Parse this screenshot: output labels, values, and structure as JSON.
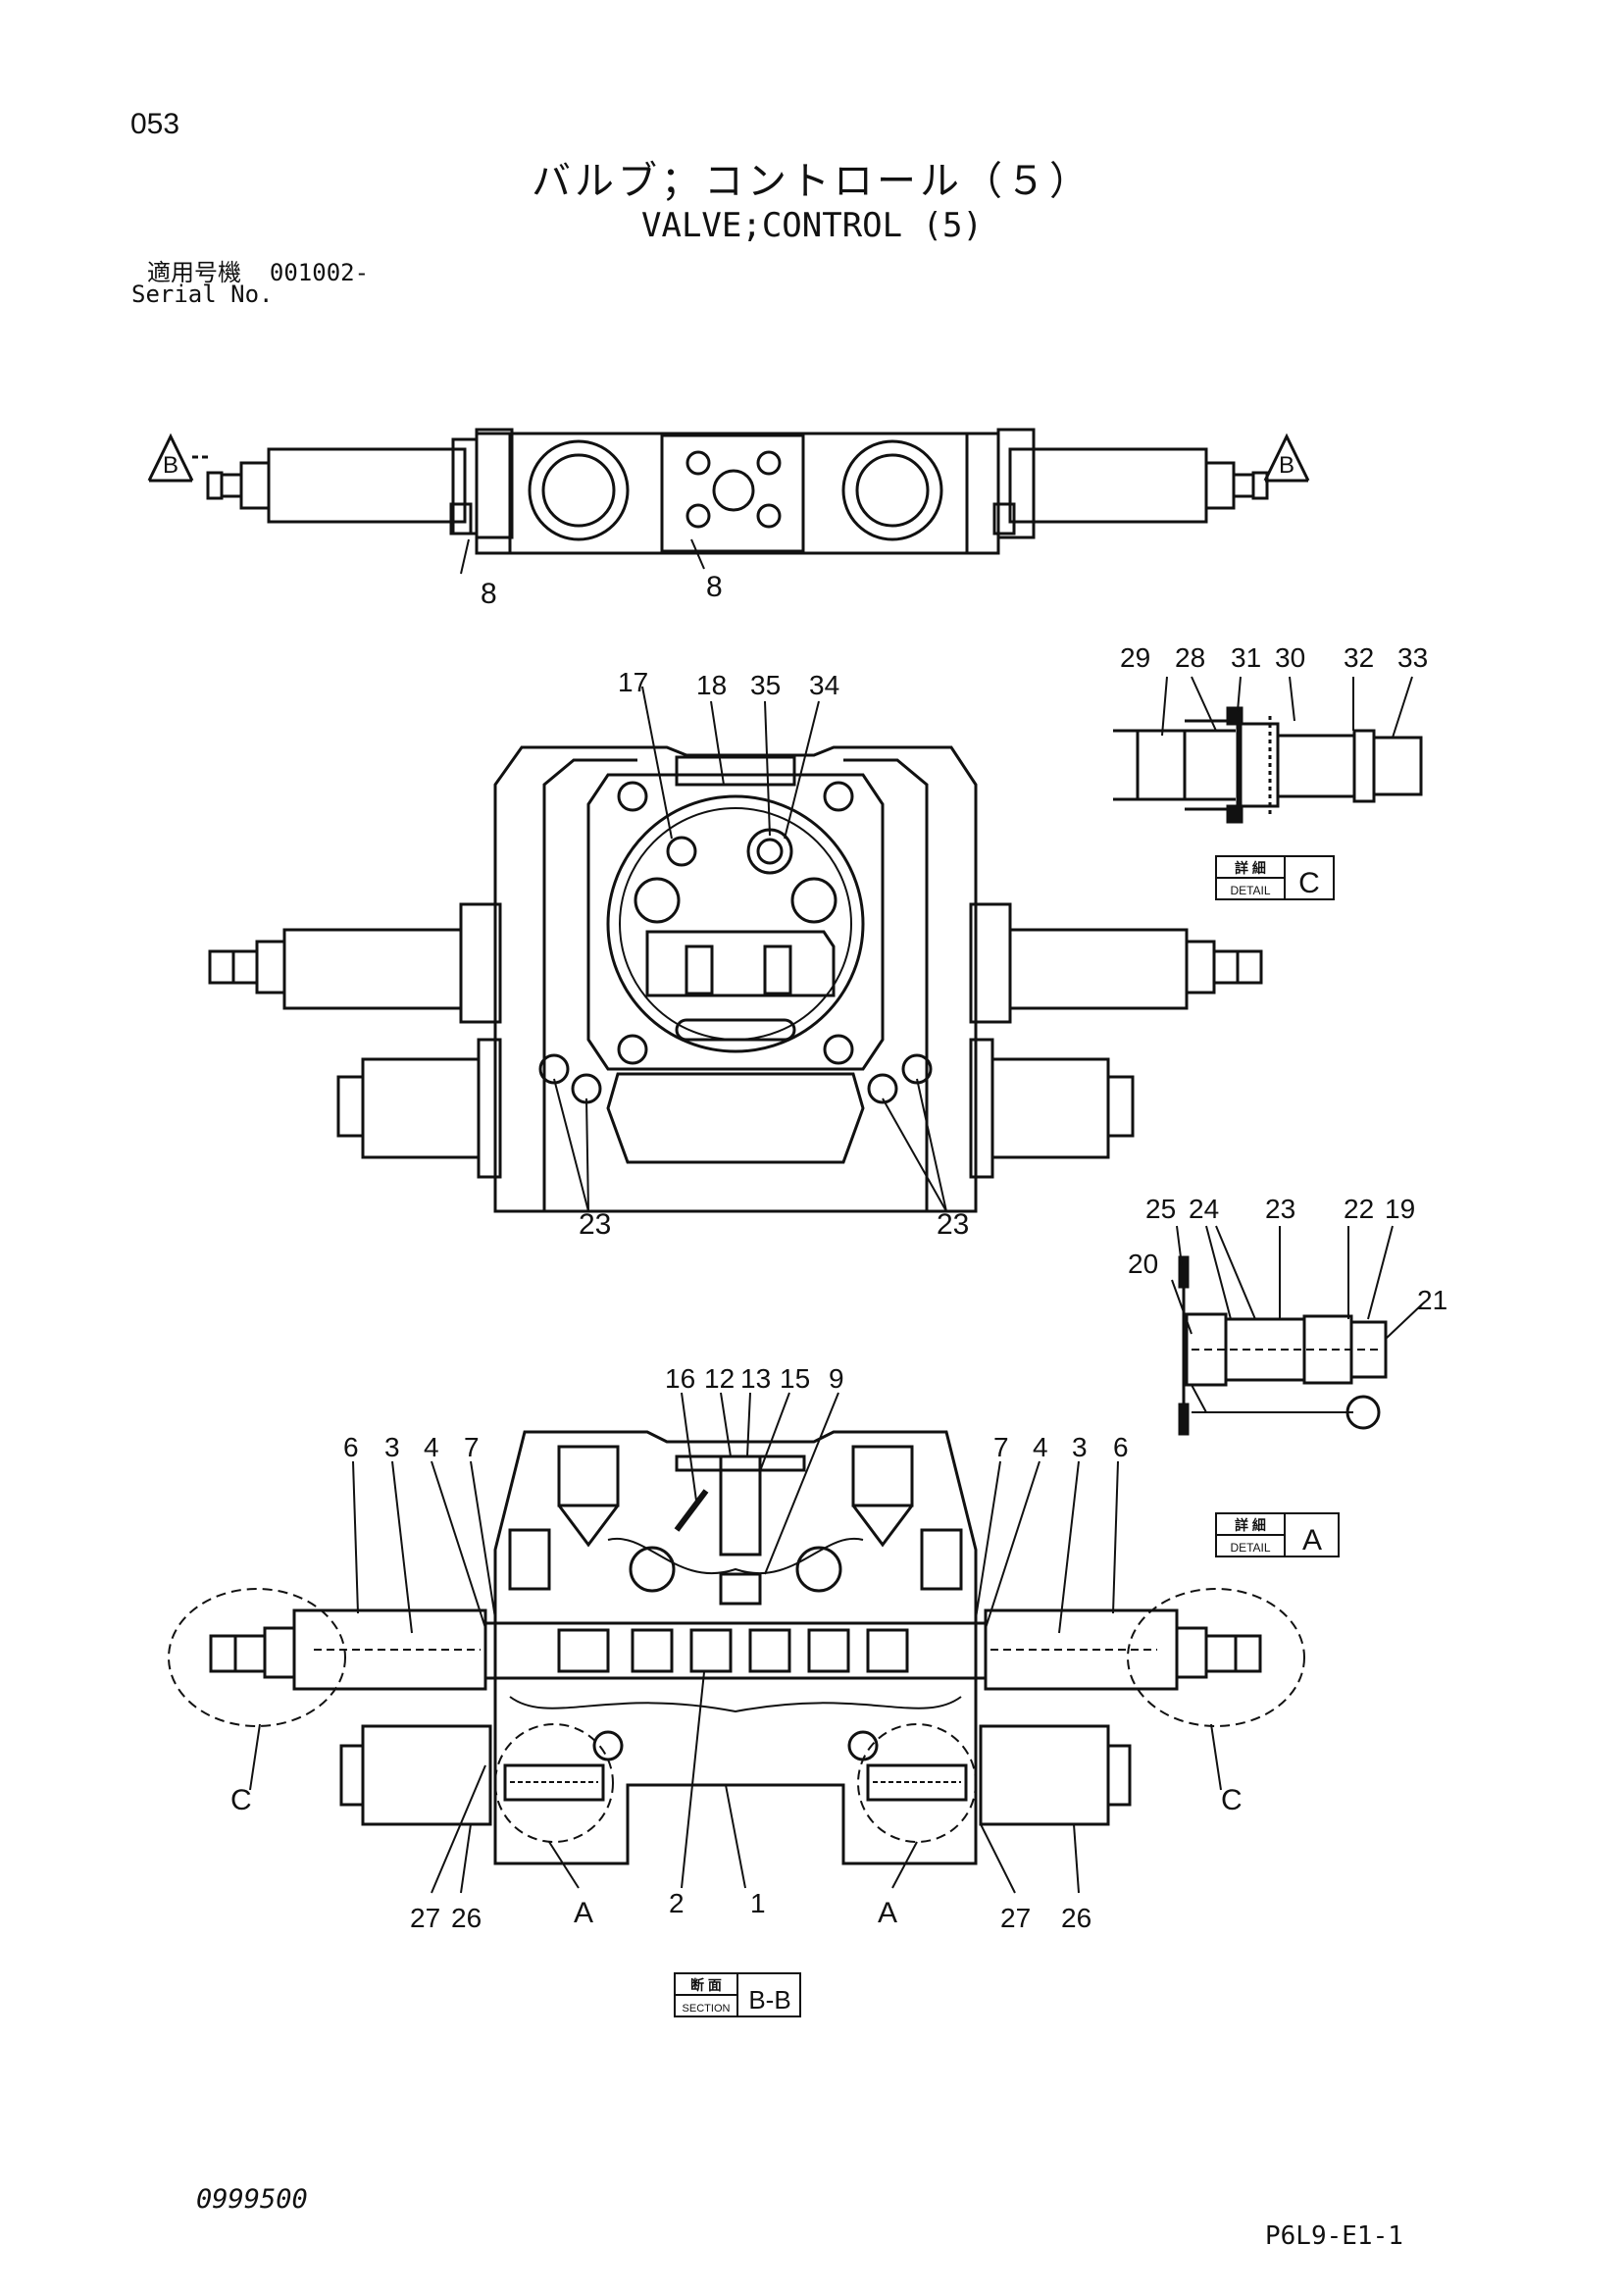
{
  "page_number": "053",
  "title_jp": "バルブ；コントロール（５）",
  "title_en": "VALVE;CONTROL (5)",
  "serial_label_jp": "適用号機",
  "serial_value": "001002-",
  "serial_label_en": "Serial No.",
  "top_view": {
    "section_marker": "B",
    "callouts": [
      "8",
      "8"
    ]
  },
  "front_view": {
    "callouts": [
      "17",
      "18",
      "35",
      "34",
      "23",
      "23"
    ]
  },
  "detail_c": {
    "callouts": [
      "29",
      "28",
      "31",
      "30",
      "32",
      "33"
    ],
    "tag_jp": "詳 細",
    "tag_en": "DETAIL",
    "tag_letter": "C"
  },
  "detail_a": {
    "callouts": [
      "25",
      "24",
      "23",
      "22",
      "19",
      "20",
      "21"
    ],
    "tag_jp": "詳 細",
    "tag_en": "DETAIL",
    "tag_letter": "A"
  },
  "section_view": {
    "callouts_top": [
      "16",
      "12",
      "13",
      "15",
      "9"
    ],
    "callouts_left": [
      "6",
      "3",
      "4",
      "7"
    ],
    "callouts_right": [
      "7",
      "4",
      "3",
      "6"
    ],
    "callouts_bottom": [
      "27",
      "26",
      "A",
      "2",
      "1",
      "A",
      "27",
      "26"
    ],
    "circle_labels": [
      "C",
      "C"
    ],
    "tag_jp": "断 面",
    "tag_en": "SECTION",
    "tag_letter": "B-B"
  },
  "footer_left": "0999500",
  "footer_right": "P6L9-E1-1"
}
